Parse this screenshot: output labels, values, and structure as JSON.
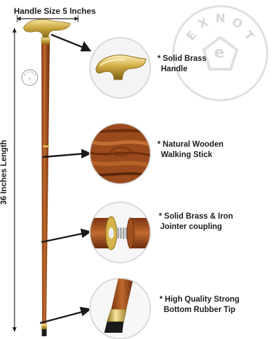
{
  "dimensions": {
    "handle_size": "Handle Size 5 Inches",
    "length": "36 Inches Length"
  },
  "watermark": {
    "letters": [
      "E",
      "X",
      "N",
      "O",
      "T"
    ],
    "center_letter": "e"
  },
  "features": [
    {
      "line1": "* Solid Brass",
      "line2": "Handle"
    },
    {
      "line1": "* Natural Wooden",
      "line2": "Walking Stick"
    },
    {
      "line1": "* Solid Brass & Iron",
      "line2": "Jointer coupling"
    },
    {
      "line1": "* High Quality Strong",
      "line2": "Bottom Rubber Tip"
    }
  ],
  "colors": {
    "wood": "#a0501e",
    "wood_dark": "#7a3512",
    "brass": "#c9a43b",
    "brass_light": "#f0d98a",
    "text": "#1c1c1c",
    "watermark": "#d8d8d8"
  }
}
